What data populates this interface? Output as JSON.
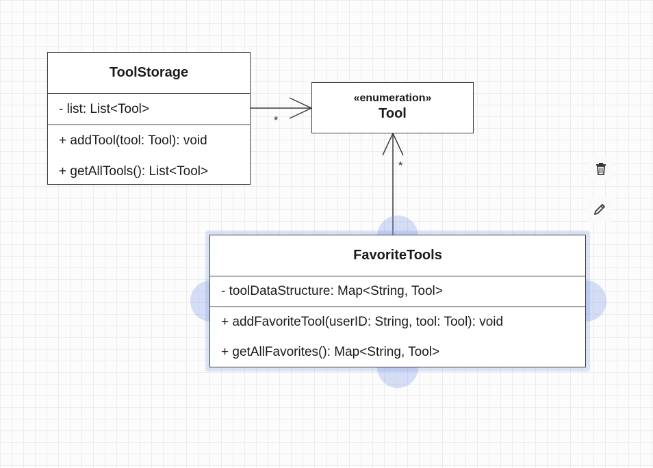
{
  "classes": {
    "tool_storage": {
      "name": "ToolStorage",
      "attributes": [
        "- list: List<Tool>"
      ],
      "methods": [
        "+ addTool(tool: Tool): void",
        "+ getAllTools(): List<Tool>"
      ]
    },
    "tool": {
      "stereotype": "«enumeration»",
      "name": "Tool"
    },
    "favorite_tools": {
      "name": "FavoriteTools",
      "attributes": [
        "- toolDataStructure: Map<String, Tool>"
      ],
      "methods": [
        "+ addFavoriteTool(userID: String, tool: Tool): void",
        "+ getAllFavorites(): Map<String, Tool>"
      ]
    }
  },
  "associations": {
    "storage_to_tool_multiplicity": "*",
    "favorites_to_tool_multiplicity": "*"
  },
  "toolbar": {
    "delete_icon": "trash-icon",
    "edit_icon": "pencil-icon"
  },
  "colors": {
    "selection": "#7896e6",
    "border": "#3a3a3a"
  }
}
